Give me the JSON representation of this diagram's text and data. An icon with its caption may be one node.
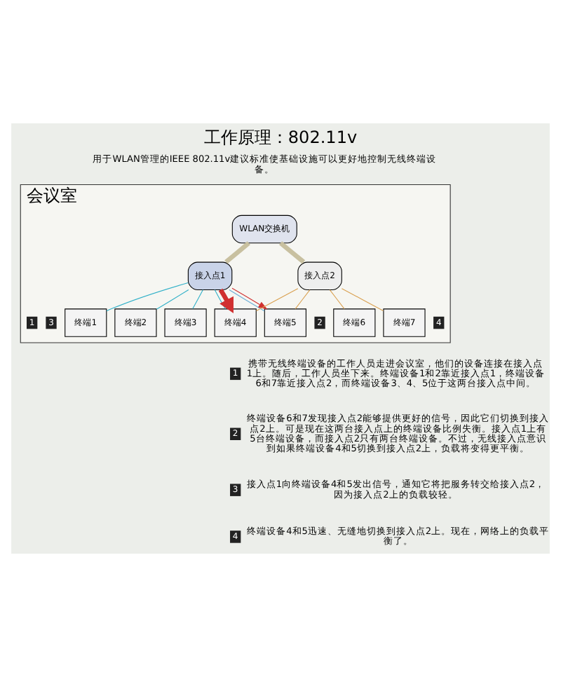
{
  "diagram": {
    "title": "工作原理：802.11v",
    "nodes": [
      {
        "text": [
          "会议室"
        ]
      },
      {
        "text": [
          "WLAN交换机"
        ],
        "in": 0
      },
      {
        "text": [
          "接入点1"
        ],
        "in": 0
      },
      {
        "text": [
          "接入点2"
        ],
        "in": 0
      },
      {
        "text": [
          "终端5"
        ],
        "in": 0
      },
      {
        "text": [
          "终端3"
        ],
        "in": 0
      },
      {
        "text": [
          "终端1"
        ],
        "in": 0
      },
      {
        "text": [
          "终端2"
        ],
        "in": 0
      },
      {
        "text": [
          "终端4"
        ],
        "in": 0
      },
      {
        "text": [
          "终端6"
        ],
        "in": 0
      },
      {
        "text": [
          "终端7"
        ],
        "in": 0
      }
    ],
    "edges": [
      {
        "from": 1,
        "to": 2,
        "arrow": "none",
        "style": "thick",
        "color": "#c8c0a0"
      },
      {
        "from": 1,
        "to": 3,
        "arrow": "none",
        "style": "thick",
        "color": "#c8c0a0"
      },
      {
        "from": 2,
        "to": 4,
        "arrow": "none",
        "color": "#6aaed6"
      },
      {
        "from": 2,
        "to": 4,
        "arrow": "to",
        "color": "#d03030"
      },
      {
        "from": 2,
        "to": 5,
        "arrow": "none",
        "color": "#30b0c8"
      },
      {
        "from": 2,
        "to": 6,
        "arrow": "none",
        "color": "#30b0c8"
      },
      {
        "from": 2,
        "to": 7,
        "arrow": "none",
        "color": "#30b0c8"
      },
      {
        "from": 2,
        "to": 8,
        "arrow": "none",
        "color": "#30b0c8"
      },
      {
        "from": 2,
        "to": 8,
        "arrow": "to",
        "style": "thick",
        "color": "#d03030"
      },
      {
        "from": 3,
        "to": 4,
        "arrow": "none",
        "color": "#d9a050"
      },
      {
        "from": 3,
        "to": 8,
        "arrow": "none",
        "color": "#d9a050"
      },
      {
        "from": 3,
        "to": 9,
        "arrow": "none",
        "color": "#d9a050"
      },
      {
        "from": 3,
        "to": 10,
        "arrow": "none",
        "color": "#d9a050"
      }
    ],
    "labels": [
      "用于WLAN管理的IEEE 802.11v建议标准使基础设施可以更好地控制无线终端设备。",
      "1",
      "4",
      "3",
      "2",
      "1",
      "携带无线终端设备的工作人员走进会议室，他们的设备连接在接入点1上。随后，工作人员坐下来。终端设备1和2靠近接入点1，终端设备6和7靠近接入点2，而终端设备3、4、5位于这两台接入点中间。",
      "2",
      "终端设备6和7发现接入点2能够提供更好的信号，因此它们切换到接入点2上。可是现在这两台接入点上的终端设备比例失衡。接入点1上有5台终端设备，而接入点2只有两台终端设备。不过，无线接入点意识到如果终端设备4和5切换到接入点2上，负载将变得更平衡。",
      "3",
      "接入点1向终端设备4和5发出信号，通知它将把服务转交给接入点2，因为接入点2上的负载较轻。",
      "4",
      "终端设备4和5迅速、无缝地切换到接入点2上。现在，网络上的负载平衡了。"
    ]
  }
}
